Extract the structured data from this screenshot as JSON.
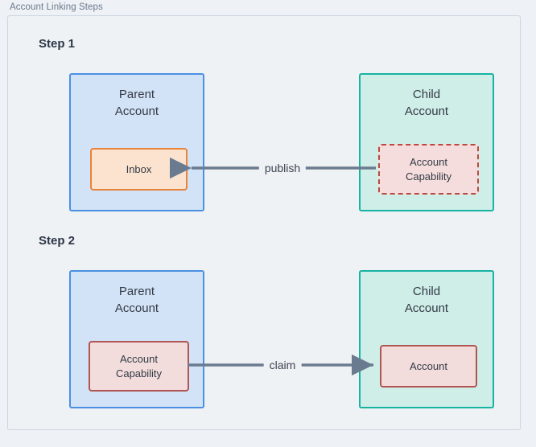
{
  "diagram": {
    "title": "Account Linking Steps",
    "type": "flow",
    "colors": {
      "background": "#eef1f5",
      "frame_border": "#cdd6e0",
      "parent_fill": "#d3e3f7",
      "parent_border": "#4a90e2",
      "child_fill": "#cfeee8",
      "child_border": "#17b3a3",
      "inbox_fill": "#fbe3cf",
      "inbox_border": "#e8833a",
      "capability_fill": "#f5dddd",
      "capability_border": "#b84a41",
      "account_fill": "#f2dcdc",
      "account_border": "#b05552",
      "edge_stroke": "#6b7b8f",
      "text": "#333a45",
      "title_text": "#6b7a8c",
      "step_text": "#2c3645"
    },
    "steps": [
      {
        "label": "Step 1",
        "parent": {
          "title": "Parent\nAccount",
          "inner": {
            "label": "Inbox",
            "style": "solid-orange"
          }
        },
        "child": {
          "title": "Child\nAccount",
          "inner": {
            "label": "Account\nCapability",
            "style": "dashed-red"
          }
        },
        "edge": {
          "label": "publish",
          "direction": "right-to-left"
        }
      },
      {
        "label": "Step 2",
        "parent": {
          "title": "Parent\nAccount",
          "inner": {
            "label": "Account\nCapability",
            "style": "solid-red"
          }
        },
        "child": {
          "title": "Child\nAccount",
          "inner": {
            "label": "Account",
            "style": "solid-red"
          }
        },
        "edge": {
          "label": "claim",
          "direction": "left-to-right"
        }
      }
    ]
  }
}
